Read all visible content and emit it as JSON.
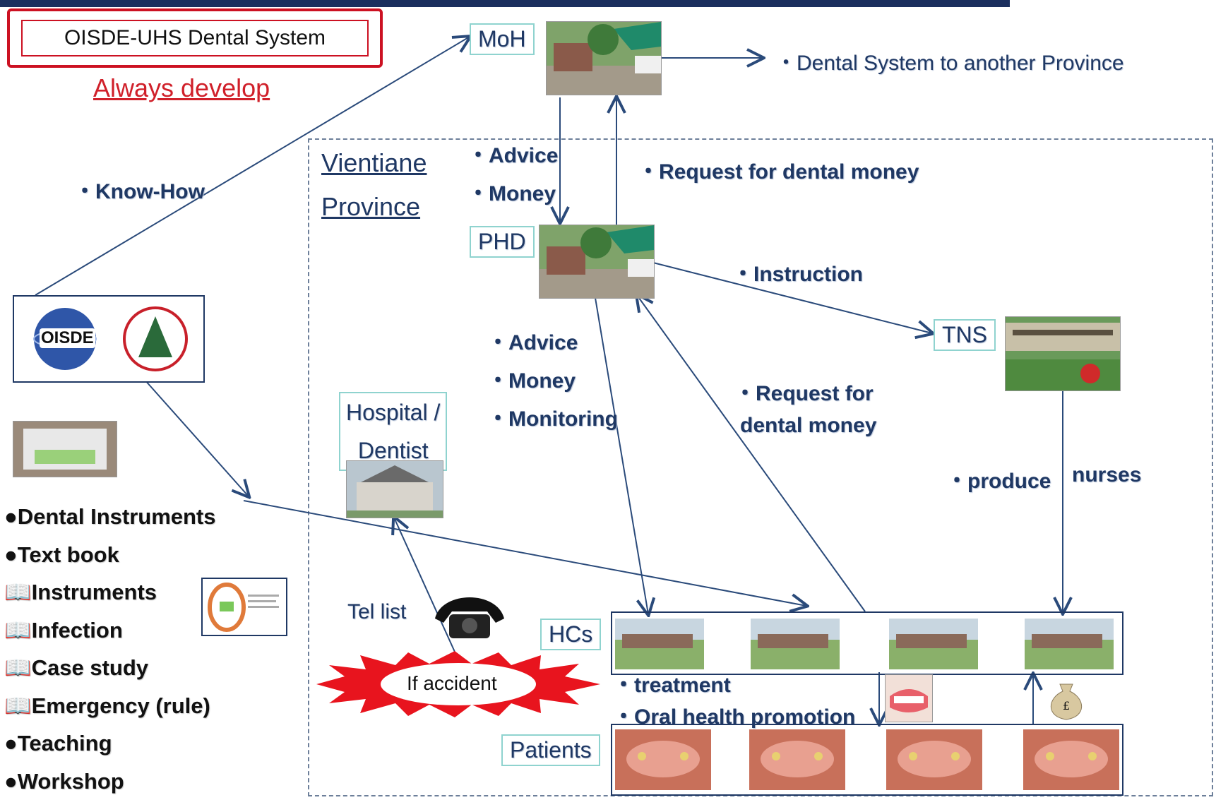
{
  "header": {
    "title": "OISDE-UHS Dental System",
    "subtitle": "Always develop"
  },
  "nodes": {
    "moh": "MoH",
    "phd": "PHD",
    "tns": "TNS",
    "hospital": "Hospital /\nDentist",
    "hcs": "HCs",
    "patients": "Patients"
  },
  "province": {
    "line1": "Vientiane",
    "line2": "Province"
  },
  "labels": {
    "another_province": "・Dental System to another Province",
    "know_how": "・Know-How",
    "moh_advice": "・Advice",
    "moh_money": "・Money",
    "request_phd": "・Request for dental money",
    "instruction": "・Instruction",
    "phd_advice": "・Advice",
    "phd_money": "・Money",
    "phd_monitoring": "・Monitoring",
    "request_hc_1": "・Request for",
    "request_hc_2": "dental money",
    "produce_1": "・produce",
    "produce_2": "nurses",
    "tel_list": "Tel list",
    "if_accident": "If accident",
    "treatment": "・treatment",
    "oral_promo": "・Oral health promotion"
  },
  "logos": {
    "oisde": "OISDE"
  },
  "left_list": [
    "●Dental Instruments",
    "●Text book",
    "📖Instruments",
    "📖Infection",
    "📖Case study",
    "📖Emergency (rule)",
    "●Teaching",
    "●Workshop"
  ],
  "colors": {
    "navy": "#1f3864",
    "accent_red": "#cc1122",
    "teal_border": "#8fd3cf",
    "arrow": "#2a4a7a"
  }
}
